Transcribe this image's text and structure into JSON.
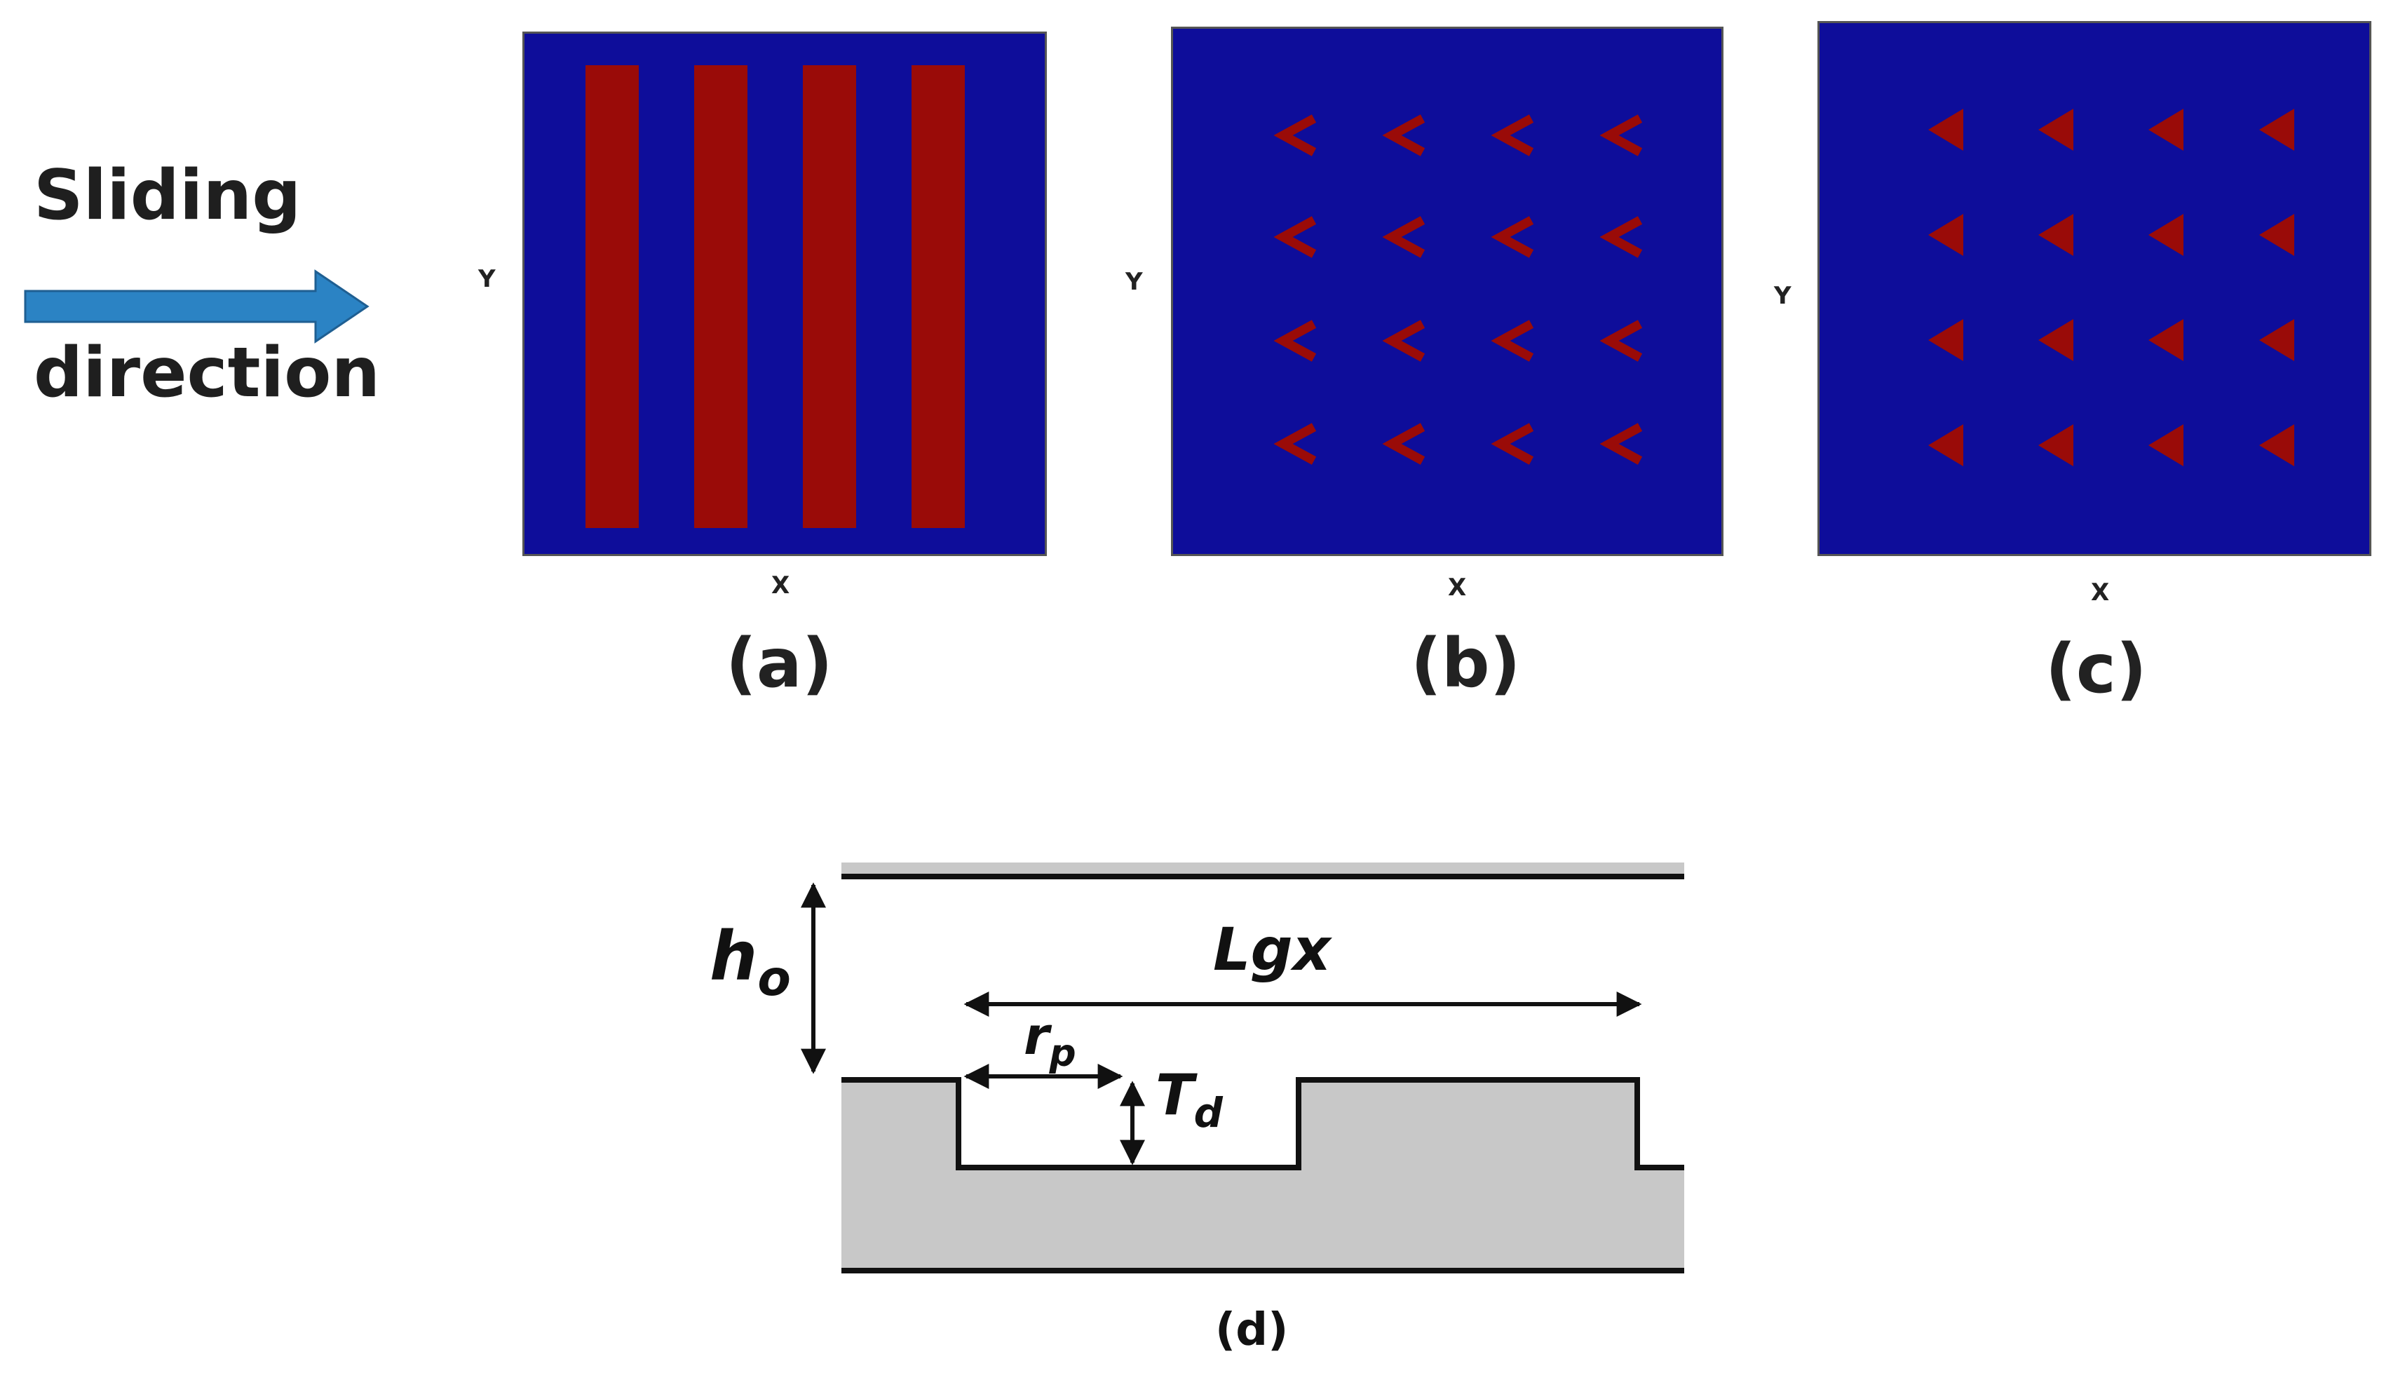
{
  "sliding": {
    "line1": "Sliding",
    "line2": "direction"
  },
  "colors": {
    "background": "#0e0d9a",
    "feature": "#9a0b08",
    "arrow": "#2b83c4",
    "groove_fill": "#c8c8c8"
  },
  "panels": [
    {
      "id": "a",
      "label": "(a)",
      "x_axis": "X",
      "y_axis": "Y",
      "pattern": "vertical-stripes",
      "count": 4
    },
    {
      "id": "b",
      "label": "(b)",
      "x_axis": "X",
      "y_axis": "Y",
      "pattern": "chevrons",
      "rows": 4,
      "cols": 4
    },
    {
      "id": "c",
      "label": "(c)",
      "x_axis": "X",
      "y_axis": "Y",
      "pattern": "triangles",
      "rows": 4,
      "cols": 4
    }
  ],
  "schematic": {
    "label": "(d)",
    "h_main": "h",
    "h_sub": "o",
    "lgx": "Lgx",
    "r_main": "r",
    "r_sub": "p",
    "t_main": "T",
    "t_sub": "d"
  }
}
